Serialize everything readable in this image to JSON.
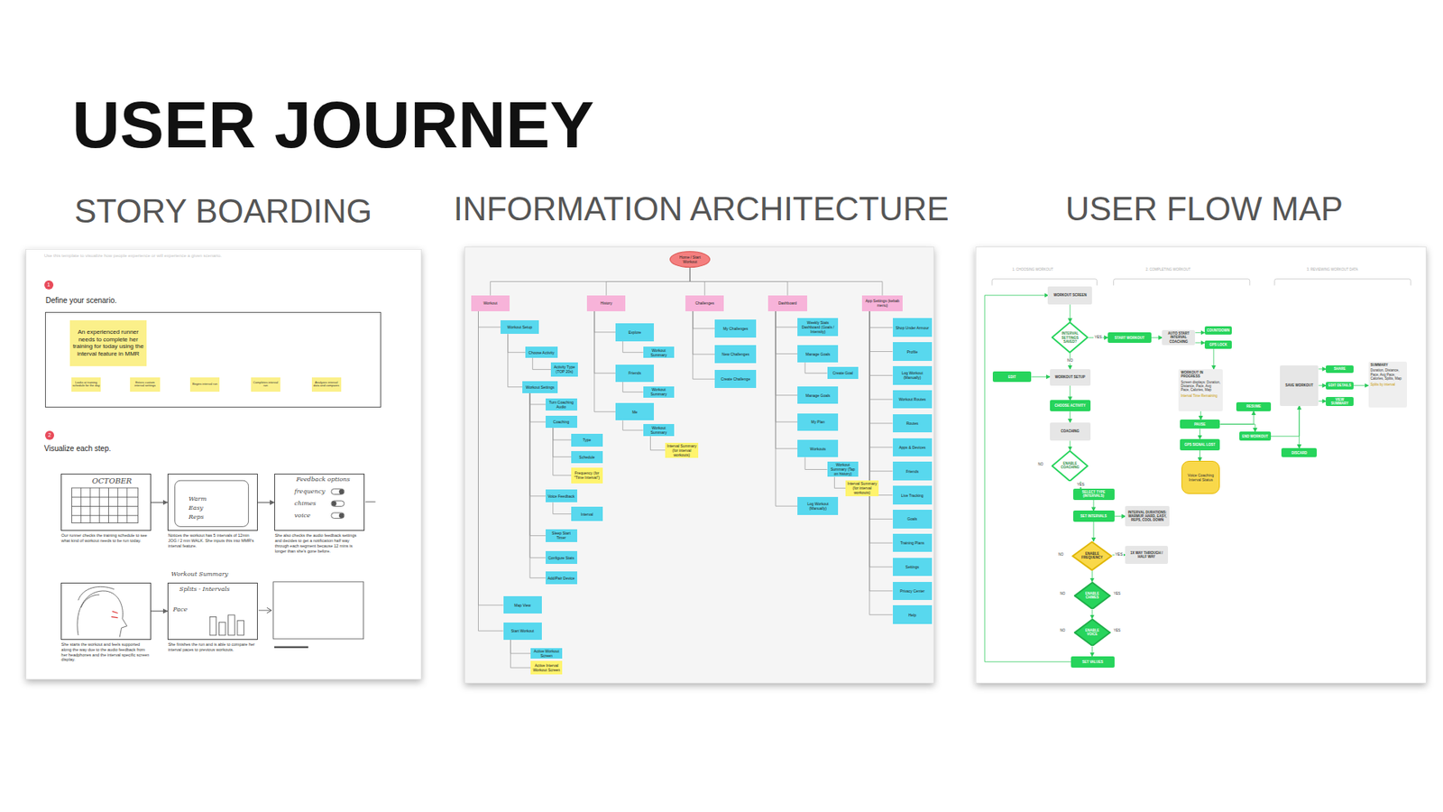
{
  "diagram": {
    "title": "USER JOURNEY",
    "nodes": [
      {
        "text": [
          "STORY BOARDING"
        ]
      },
      {
        "text": [
          "INFORMATION ARCHITECTURE"
        ]
      },
      {
        "text": [
          "USER FLOW MAP"
        ]
      },
      {
        "text": [
          "Define your scenario."
        ],
        "in": 0
      },
      {
        "text": [
          "An experienced runner needs to complete her training for today using the interval feature in MMR"
        ],
        "in": 3
      },
      {
        "text": [
          "Looks at training schedule for the day"
        ],
        "in": 3
      },
      {
        "text": [
          "Enters custom interval settings"
        ],
        "in": 3
      },
      {
        "text": [
          "Begins interval run"
        ],
        "in": 3
      },
      {
        "text": [
          "Completes interval run"
        ],
        "in": 3
      },
      {
        "text": [
          "Analyzes interval data and compares"
        ],
        "in": 3
      },
      {
        "text": [
          "Our runner checks the training schedule to see what kind of workout needs to be run today."
        ],
        "in": 0
      },
      {
        "text": [
          "Notices the workout has 5 intervals of 12min JOG / 2 min WALK. She inputs this into MMR's interval feature."
        ],
        "in": 0
      },
      {
        "text": [
          "She also checks the audio feedback settings and decides to get a notification half way through each segment because 12 mins is longer than she's gone before."
        ],
        "in": 0
      },
      {
        "text": [
          "She starts the workout and feels supported along the way due to the audio feedback from her headphones and the interval specific screen display."
        ],
        "in": 0
      },
      {
        "text": [
          "She finishes the run and is able to compare her interval paces to previous workouts."
        ],
        "in": 0
      },
      {
        "text": [
          "Home / Start Workout"
        ],
        "in": 1
      },
      {
        "text": [
          "Workout"
        ],
        "in": 1
      },
      {
        "text": [
          "History"
        ],
        "in": 1
      },
      {
        "text": [
          "Challenges"
        ],
        "in": 1
      },
      {
        "text": [
          "Dashboard"
        ],
        "in": 1
      },
      {
        "text": [
          "App Settings (kebab menu)"
        ],
        "in": 1
      },
      {
        "text": [
          "Workout Setup"
        ],
        "in": 1
      },
      {
        "text": [
          "Choose Activity"
        ],
        "in": 1
      },
      {
        "text": [
          "Activity Type (TOP 20s)"
        ],
        "in": 1
      },
      {
        "text": [
          "Workout Settings"
        ],
        "in": 1
      },
      {
        "text": [
          "Turn Coaching Audio"
        ],
        "in": 1
      },
      {
        "text": [
          "Coaching"
        ],
        "in": 1
      },
      {
        "text": [
          "Type"
        ],
        "in": 1
      },
      {
        "text": [
          "Schedule"
        ],
        "in": 1
      },
      {
        "text": [
          "Frequency (for \"Time Interval\")"
        ],
        "in": 1
      },
      {
        "text": [
          "Voice Feedback"
        ],
        "in": 1
      },
      {
        "text": [
          "Interval"
        ],
        "in": 1
      },
      {
        "text": [
          "Sleep Start Timer"
        ],
        "in": 1
      },
      {
        "text": [
          "Configure Stats"
        ],
        "in": 1
      },
      {
        "text": [
          "Add/Pair Device"
        ],
        "in": 1
      },
      {
        "text": [
          "Map View"
        ],
        "in": 1
      },
      {
        "text": [
          "Start Workout"
        ],
        "in": 1
      },
      {
        "text": [
          "Active Workout Screen"
        ],
        "in": 1
      },
      {
        "text": [
          "Active Interval Workout Screen"
        ],
        "in": 1
      },
      {
        "text": [
          "Explore"
        ],
        "in": 1
      },
      {
        "text": [
          "Workout Summary"
        ],
        "in": 1
      },
      {
        "text": [
          "Friends"
        ],
        "in": 1
      },
      {
        "text": [
          "Workout Summary"
        ],
        "in": 1
      },
      {
        "text": [
          "Me"
        ],
        "in": 1
      },
      {
        "text": [
          "Workout Summary"
        ],
        "in": 1
      },
      {
        "text": [
          "Interval Summary (for interval workouts)"
        ],
        "in": 1
      },
      {
        "text": [
          "My Challenges"
        ],
        "in": 1
      },
      {
        "text": [
          "New Challenges"
        ],
        "in": 1
      },
      {
        "text": [
          "Create Challenge"
        ],
        "in": 1
      },
      {
        "text": [
          "Weekly Stats Dashboard (Goals / Intensity)"
        ],
        "in": 1
      },
      {
        "text": [
          "Manage Goals"
        ],
        "in": 1
      },
      {
        "text": [
          "Create Goal"
        ],
        "in": 1
      },
      {
        "text": [
          "Manage Goals"
        ],
        "in": 1
      },
      {
        "text": [
          "My Plan"
        ],
        "in": 1
      },
      {
        "text": [
          "Workouts"
        ],
        "in": 1
      },
      {
        "text": [
          "Workout Summary (Tap on history)"
        ],
        "in": 1
      },
      {
        "text": [
          "Interval Summary (for interval workouts)"
        ],
        "in": 1
      },
      {
        "text": [
          "Log Workout (Manually)"
        ],
        "in": 1
      },
      {
        "text": [
          "Shop Under Armour"
        ],
        "in": 1
      },
      {
        "text": [
          "Profile"
        ],
        "in": 1
      },
      {
        "text": [
          "Log Workout (Manually)"
        ],
        "in": 1
      },
      {
        "text": [
          "Workout Routes"
        ],
        "in": 1
      },
      {
        "text": [
          "Routes"
        ],
        "in": 1
      },
      {
        "text": [
          "Apps & Devices"
        ],
        "in": 1
      },
      {
        "text": [
          "Friends"
        ],
        "in": 1
      },
      {
        "text": [
          "Live Tracking"
        ],
        "in": 1
      },
      {
        "text": [
          "Goals"
        ],
        "in": 1
      },
      {
        "text": [
          "Training Plans"
        ],
        "in": 1
      },
      {
        "text": [
          "Settings"
        ],
        "in": 1
      },
      {
        "text": [
          "Privacy Center"
        ],
        "in": 1
      },
      {
        "text": [
          "Help"
        ],
        "in": 1
      },
      {
        "text": [
          "WORKOUT SCREEN"
        ],
        "in": 2
      },
      {
        "text": [
          "INTERVAL SETTINGS SAVED?"
        ],
        "in": 2
      },
      {
        "text": [
          "START WORKOUT"
        ],
        "in": 2
      },
      {
        "text": [
          "AUTO START INTERVAL COACHING"
        ],
        "in": 2
      },
      {
        "text": [
          "COUNTDOWN"
        ],
        "in": 2
      },
      {
        "text": [
          "GPS LOCK"
        ],
        "in": 2
      },
      {
        "text": [
          "EDIT"
        ],
        "in": 2
      },
      {
        "text": [
          "WORKOUT SETUP"
        ],
        "in": 2
      },
      {
        "text": [
          "CHOOSE ACTIVITY"
        ],
        "in": 2
      },
      {
        "text": [
          "COACHING"
        ],
        "in": 2
      },
      {
        "text": [
          "ENABLE COACHING"
        ],
        "in": 2
      },
      {
        "text": [
          "SELECT TYPE (INTERVALS)"
        ],
        "in": 2
      },
      {
        "text": [
          "SET INTERVALS"
        ],
        "in": 2
      },
      {
        "text": [
          "INTERVAL DURATIONS: WARMUP, HARD, EASY, REPS, COOL DOWN"
        ],
        "in": 2
      },
      {
        "text": [
          "ENABLE FREQUENCY"
        ],
        "in": 2
      },
      {
        "text": [
          "1X WAY THROUGH / HALF WAY"
        ],
        "in": 2
      },
      {
        "text": [
          "ENABLE CHIMES"
        ],
        "in": 2
      },
      {
        "text": [
          "ENABLE VOICE"
        ],
        "in": 2
      },
      {
        "text": [
          "SET VALUES"
        ],
        "in": 2
      },
      {
        "text": [
          "WORKOUT IN PROGRESS",
          "Screen displays: Duration, Distance, Pace, Avg Pace, Calories, Map",
          "Interval Time Remaining"
        ],
        "in": 2
      },
      {
        "text": [
          "PAUSE"
        ],
        "in": 2
      },
      {
        "text": [
          "RESUME"
        ],
        "in": 2
      },
      {
        "text": [
          "END WORKOUT"
        ],
        "in": 2
      },
      {
        "text": [
          "GPS SIGNAL LOST"
        ],
        "in": 2
      },
      {
        "text": [
          "Voice Coaching Interval Status"
        ],
        "in": 2
      },
      {
        "text": [
          "SAVE WORKOUT"
        ],
        "in": 2
      },
      {
        "text": [
          "DISCARD"
        ],
        "in": 2
      },
      {
        "text": [
          "SHARE"
        ],
        "in": 2
      },
      {
        "text": [
          "EDIT DETAILS"
        ],
        "in": 2
      },
      {
        "text": [
          "VIEW SUMMARY"
        ],
        "in": 2
      },
      {
        "text": [
          "SUMMARY",
          "Duration, Distance, Pace, Avg Pace, Calories, Splits, Map",
          "Splits by interval"
        ],
        "in": 2
      }
    ],
    "edges": [
      {
        "from": 10,
        "to": 11,
        "arrow": "to"
      },
      {
        "from": 11,
        "to": 12,
        "arrow": "to"
      },
      {
        "from": 13,
        "to": 14,
        "arrow": "to"
      },
      {
        "from": 15,
        "to": 16,
        "arrow": "none"
      },
      {
        "from": 15,
        "to": 17,
        "arrow": "none"
      },
      {
        "from": 15,
        "to": 18,
        "arrow": "none"
      },
      {
        "from": 15,
        "to": 19,
        "arrow": "none"
      },
      {
        "from": 15,
        "to": 20,
        "arrow": "none"
      },
      {
        "from": 16,
        "to": 21,
        "arrow": "none"
      },
      {
        "from": 21,
        "to": 22,
        "arrow": "none"
      },
      {
        "from": 22,
        "to": 23,
        "arrow": "none"
      },
      {
        "from": 21,
        "to": 24,
        "arrow": "none"
      },
      {
        "from": 24,
        "to": 25,
        "arrow": "none"
      },
      {
        "from": 24,
        "to": 26,
        "arrow": "none"
      },
      {
        "from": 26,
        "to": 27,
        "arrow": "none"
      },
      {
        "from": 26,
        "to": 28,
        "arrow": "none"
      },
      {
        "from": 26,
        "to": 29,
        "arrow": "none"
      },
      {
        "from": 24,
        "to": 30,
        "arrow": "none"
      },
      {
        "from": 30,
        "to": 31,
        "arrow": "none"
      },
      {
        "from": 24,
        "to": 32,
        "arrow": "none"
      },
      {
        "from": 24,
        "to": 33,
        "arrow": "none"
      },
      {
        "from": 24,
        "to": 34,
        "arrow": "none"
      },
      {
        "from": 16,
        "to": 35,
        "arrow": "none"
      },
      {
        "from": 16,
        "to": 36,
        "arrow": "none"
      },
      {
        "from": 36,
        "to": 37,
        "arrow": "none"
      },
      {
        "from": 36,
        "to": 38,
        "arrow": "none"
      },
      {
        "from": 17,
        "to": 39,
        "arrow": "none"
      },
      {
        "from": 39,
        "to": 40,
        "arrow": "none"
      },
      {
        "from": 17,
        "to": 41,
        "arrow": "none"
      },
      {
        "from": 41,
        "to": 42,
        "arrow": "none"
      },
      {
        "from": 17,
        "to": 43,
        "arrow": "none"
      },
      {
        "from": 43,
        "to": 44,
        "arrow": "none"
      },
      {
        "from": 44,
        "to": 45,
        "arrow": "none"
      },
      {
        "from": 18,
        "to": 46,
        "arrow": "none"
      },
      {
        "from": 18,
        "to": 47,
        "arrow": "none"
      },
      {
        "from": 18,
        "to": 48,
        "arrow": "none"
      },
      {
        "from": 19,
        "to": 49,
        "arrow": "none"
      },
      {
        "from": 19,
        "to": 50,
        "arrow": "none"
      },
      {
        "from": 50,
        "to": 51,
        "arrow": "none"
      },
      {
        "from": 19,
        "to": 52,
        "arrow": "none"
      },
      {
        "from": 19,
        "to": 53,
        "arrow": "none"
      },
      {
        "from": 19,
        "to": 54,
        "arrow": "none"
      },
      {
        "from": 54,
        "to": 55,
        "arrow": "none"
      },
      {
        "from": 55,
        "to": 56,
        "arrow": "none"
      },
      {
        "from": 19,
        "to": 57,
        "arrow": "none"
      },
      {
        "from": 20,
        "to": 58,
        "arrow": "none"
      },
      {
        "from": 20,
        "to": 59,
        "arrow": "none"
      },
      {
        "from": 20,
        "to": 60,
        "arrow": "none"
      },
      {
        "from": 20,
        "to": 61,
        "arrow": "none"
      },
      {
        "from": 20,
        "to": 62,
        "arrow": "none"
      },
      {
        "from": 20,
        "to": 63,
        "arrow": "none"
      },
      {
        "from": 20,
        "to": 64,
        "arrow": "none"
      },
      {
        "from": 20,
        "to": 65,
        "arrow": "none"
      },
      {
        "from": 20,
        "to": 66,
        "arrow": "none"
      },
      {
        "from": 20,
        "to": 67,
        "arrow": "none"
      },
      {
        "from": 20,
        "to": 68,
        "arrow": "none"
      },
      {
        "from": 20,
        "to": 69,
        "arrow": "none"
      },
      {
        "from": 20,
        "to": 70,
        "arrow": "none"
      },
      {
        "from": 71,
        "to": 72,
        "arrow": "to"
      },
      {
        "from": 72,
        "to": 73,
        "arrow": "to",
        "label": "YES"
      },
      {
        "from": 73,
        "to": 74,
        "arrow": "to"
      },
      {
        "from": 74,
        "to": 75,
        "arrow": "to"
      },
      {
        "from": 74,
        "to": 76,
        "arrow": "to"
      },
      {
        "from": 72,
        "to": 78,
        "arrow": "to",
        "label": "NO"
      },
      {
        "from": 77,
        "to": 78,
        "arrow": "to"
      },
      {
        "from": 78,
        "to": 79,
        "arrow": "to"
      },
      {
        "from": 79,
        "to": 80,
        "arrow": "to"
      },
      {
        "from": 80,
        "to": 81,
        "arrow": "to"
      },
      {
        "from": 81,
        "to": 82,
        "arrow": "to",
        "label": "YES"
      },
      {
        "from": 82,
        "to": 83,
        "arrow": "to"
      },
      {
        "from": 83,
        "to": 84,
        "arrow": "to"
      },
      {
        "from": 83,
        "to": 85,
        "arrow": "to"
      },
      {
        "from": 85,
        "to": 86,
        "arrow": "to",
        "label": "YES"
      },
      {
        "from": 85,
        "to": 87,
        "arrow": "to"
      },
      {
        "from": 87,
        "to": 88,
        "arrow": "to"
      },
      {
        "from": 88,
        "to": 89,
        "arrow": "to"
      },
      {
        "from": 89,
        "to": 71,
        "arrow": "to"
      },
      {
        "from": 76,
        "to": 90,
        "arrow": "to"
      },
      {
        "from": 90,
        "to": 91,
        "arrow": "to"
      },
      {
        "from": 91,
        "to": 92,
        "arrow": "to"
      },
      {
        "from": 91,
        "to": 93,
        "arrow": "to"
      },
      {
        "from": 93,
        "to": 96,
        "arrow": "to"
      },
      {
        "from": 91,
        "to": 94,
        "arrow": "to"
      },
      {
        "from": 94,
        "to": 95,
        "arrow": "to"
      },
      {
        "from": 96,
        "to": 97,
        "arrow": "to"
      },
      {
        "from": 96,
        "to": 98,
        "arrow": "to"
      },
      {
        "from": 96,
        "to": 99,
        "arrow": "to"
      },
      {
        "from": 96,
        "to": 100,
        "arrow": "to"
      },
      {
        "from": 99,
        "to": 101,
        "arrow": "to"
      }
    ],
    "labels": [
      "Use this template to visualize how people experience or will experience a given scenario.",
      "1",
      "2",
      "Visualize each step.",
      "OCTOBER",
      "Warm",
      "Easy",
      "Reps",
      "Feedback options",
      "frequency",
      "chimes",
      "voice",
      "Workout Summary",
      "Splits - Intervals",
      "Pace",
      "1. CHOOSING WORKOUT",
      "2. COMPLETING WORKOUT",
      "3. REVIEWING WORKOUT DATA",
      "NO",
      "NO",
      "NO",
      "YES",
      "NO",
      "YES"
    ]
  }
}
